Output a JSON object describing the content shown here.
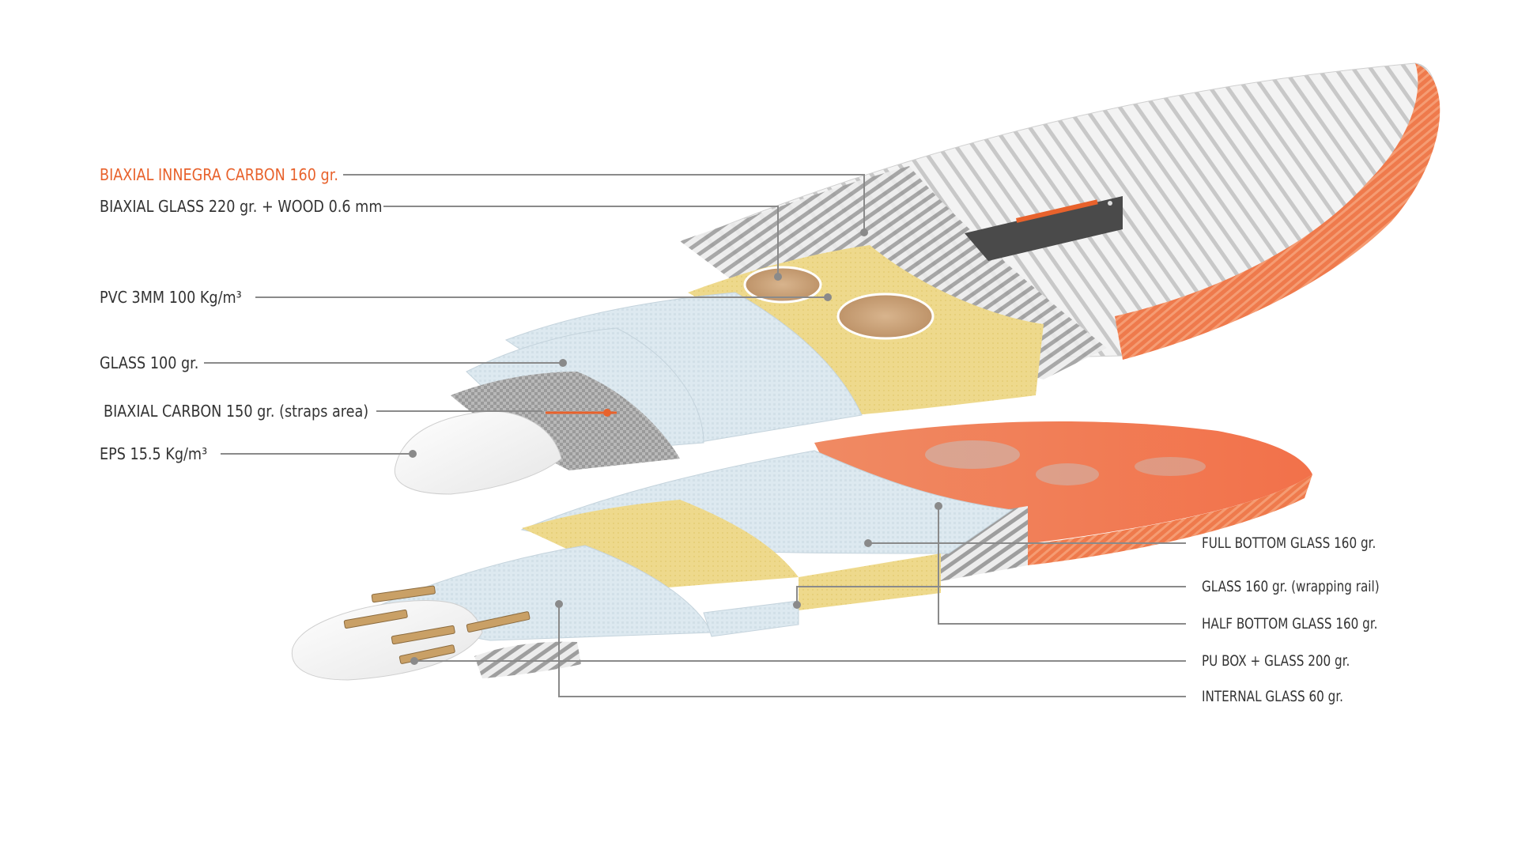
{
  "colors": {
    "accent_orange": "#e8622c",
    "label_gray": "#333333",
    "leader_line": "#8a8a8a",
    "carbon_gray": "#a8a8a8",
    "glass_blue": "#dce8ef",
    "pvc_yellow": "#ecd88c",
    "wood_tan": "#c9a27a",
    "eps_white": "#f4f4f4"
  },
  "icons": {
    "box_mark": "orange-stripe-deck-logo"
  },
  "top_layers": [
    {
      "id": "biaxial-innegra-carbon",
      "label": "BIAXIAL INNEGRA CARBON 160 gr.",
      "highlight": true
    },
    {
      "id": "biaxial-glass-wood",
      "label": "BIAXIAL GLASS 220 gr. + WOOD 0.6 mm",
      "highlight": false
    },
    {
      "id": "pvc",
      "label": "PVC 3MM 100 Kg/m³",
      "highlight": false
    },
    {
      "id": "glass-100",
      "label": "GLASS 100 gr.",
      "highlight": false
    },
    {
      "id": "biaxial-carbon-straps",
      "label": "BIAXIAL CARBON 150 gr. (straps area)",
      "highlight": false
    },
    {
      "id": "eps",
      "label": "EPS 15.5 Kg/m³",
      "highlight": false
    }
  ],
  "bottom_layers": [
    {
      "id": "full-bottom-glass",
      "label": "FULL BOTTOM GLASS 160 gr."
    },
    {
      "id": "glass-wrapping-rail",
      "label": "GLASS 160 gr. (wrapping rail)"
    },
    {
      "id": "half-bottom-glass",
      "label": "HALF BOTTOM GLASS 160 gr."
    },
    {
      "id": "pu-box-glass",
      "label": "PU BOX + GLASS 200 gr."
    },
    {
      "id": "internal-glass",
      "label": "INTERNAL GLASS 60 gr."
    }
  ]
}
